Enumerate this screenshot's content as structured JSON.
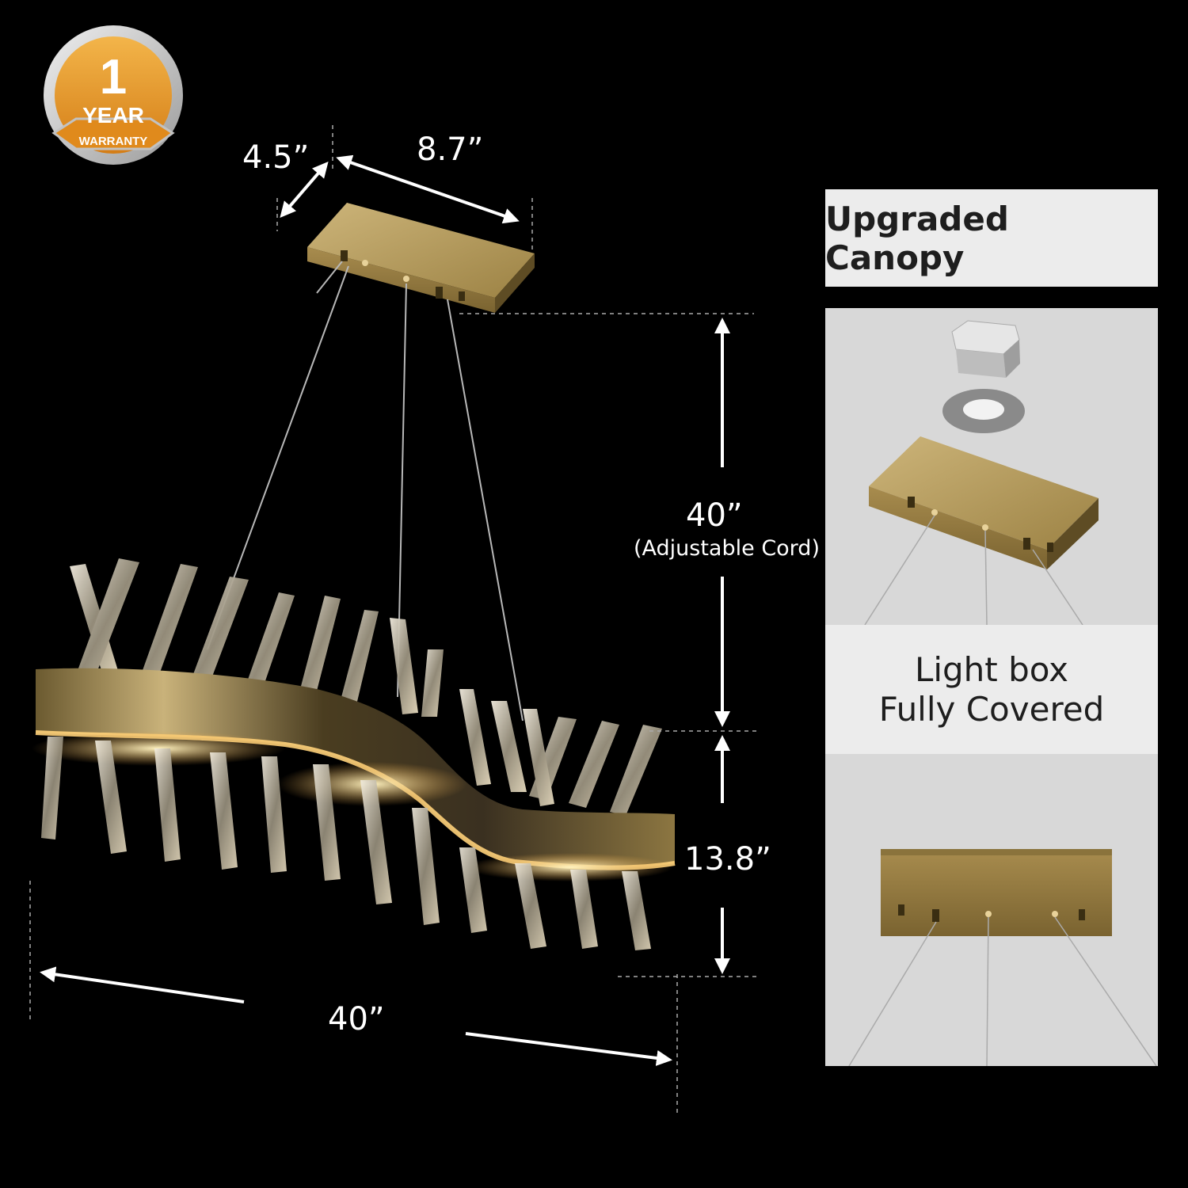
{
  "badge": {
    "number": "1",
    "line1": "YEAR",
    "line2": "WARRANTY"
  },
  "dimensions": {
    "canopy_depth": "4.5”",
    "canopy_width": "8.7”",
    "cord_length": "40”",
    "cord_note": "(Adjustable Cord)",
    "fixture_height": "13.8”",
    "fixture_length": "40”"
  },
  "panel": {
    "title": "Upgraded Canopy",
    "label_line1": "Light box",
    "label_line2": "Fully Covered"
  },
  "colors": {
    "gold": "#b89a55",
    "gold_dark": "#6e5a2c",
    "background": "#000000"
  }
}
